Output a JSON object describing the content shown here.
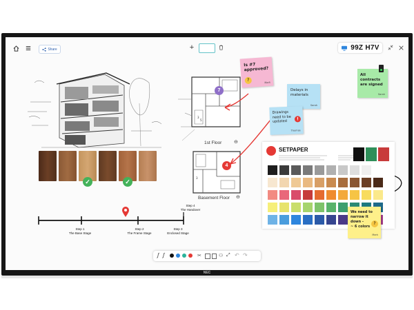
{
  "toolbar": {
    "share_label": "Share",
    "session_code": "99Z H7V"
  },
  "notes": {
    "approved": {
      "text": "Is #7\napproved?",
      "author": "Mark",
      "color": "#f6b8d3"
    },
    "delays": {
      "text": "Delays in\nmaterials",
      "author": "Sarah",
      "color": "#b6e1f5"
    },
    "drawings": {
      "text": "Drawings\nneed to be\nupdated",
      "author": "Thomas",
      "color": "#b6e1f5"
    },
    "contracts": {
      "text": "All\ncontracts\nare signed",
      "author": "Sarah",
      "color": "#a8eaa8"
    },
    "narrow": {
      "text": "We need to\nnarrow it\ndown -\n~ 6 colors",
      "author": "Mark",
      "color": "#fef08a"
    }
  },
  "markers": {
    "seven": "7",
    "four": "4"
  },
  "floors": {
    "first": "1st Floor",
    "basement": "Basement Floor"
  },
  "timeline": {
    "steps": [
      {
        "label": "Step 1\nThe Base Stage"
      },
      {
        "label": "Step 2\nThe Frame Stage"
      },
      {
        "label": "Step 3\nEnclosed Stage"
      },
      {
        "label": "Step 4\nThe Handover"
      }
    ]
  },
  "chart": {
    "title": "SETPAPER"
  },
  "brand": "NEC",
  "colors": {
    "accent_red": "#e53935",
    "check_green": "#44b25a",
    "marker_purple": "#8f6fc8",
    "bezel": "#161616"
  }
}
